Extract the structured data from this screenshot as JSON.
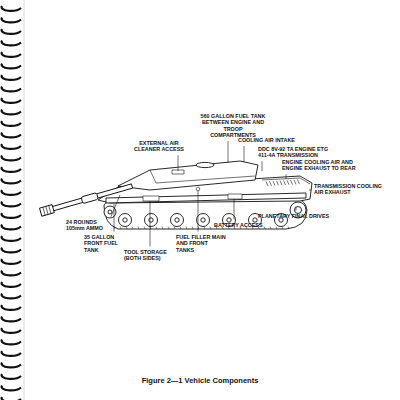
{
  "diagram": {
    "caption": "Figure 2—1 Vehicle Components",
    "labels": [
      "560 GALLON FUEL TANK BETWEEN ENGINE AND TROOP COMPARTMENTS",
      "EXTERNAL AIR CLEANER ACCESS",
      "COOLING AIR INTAKE",
      "DDC 8V-92 TA ENGINE ETG 411-4A TRANSMISSION",
      "ENGINE COOLING AIR AND ENGINE EXHAUST TO REAR",
      "TRANSMISSION COOLING AIR EXHAUST",
      "PLANETARY FINAL DRIVES",
      "BATTERY ACCESS",
      "FUEL FILLER MAIN AND FRONT TANKS",
      "TOOL STORAGE (BOTH SIDES)",
      "35 GALLON FRONT FUEL TANK",
      "24 ROUNDS 105mm AMMO"
    ]
  }
}
